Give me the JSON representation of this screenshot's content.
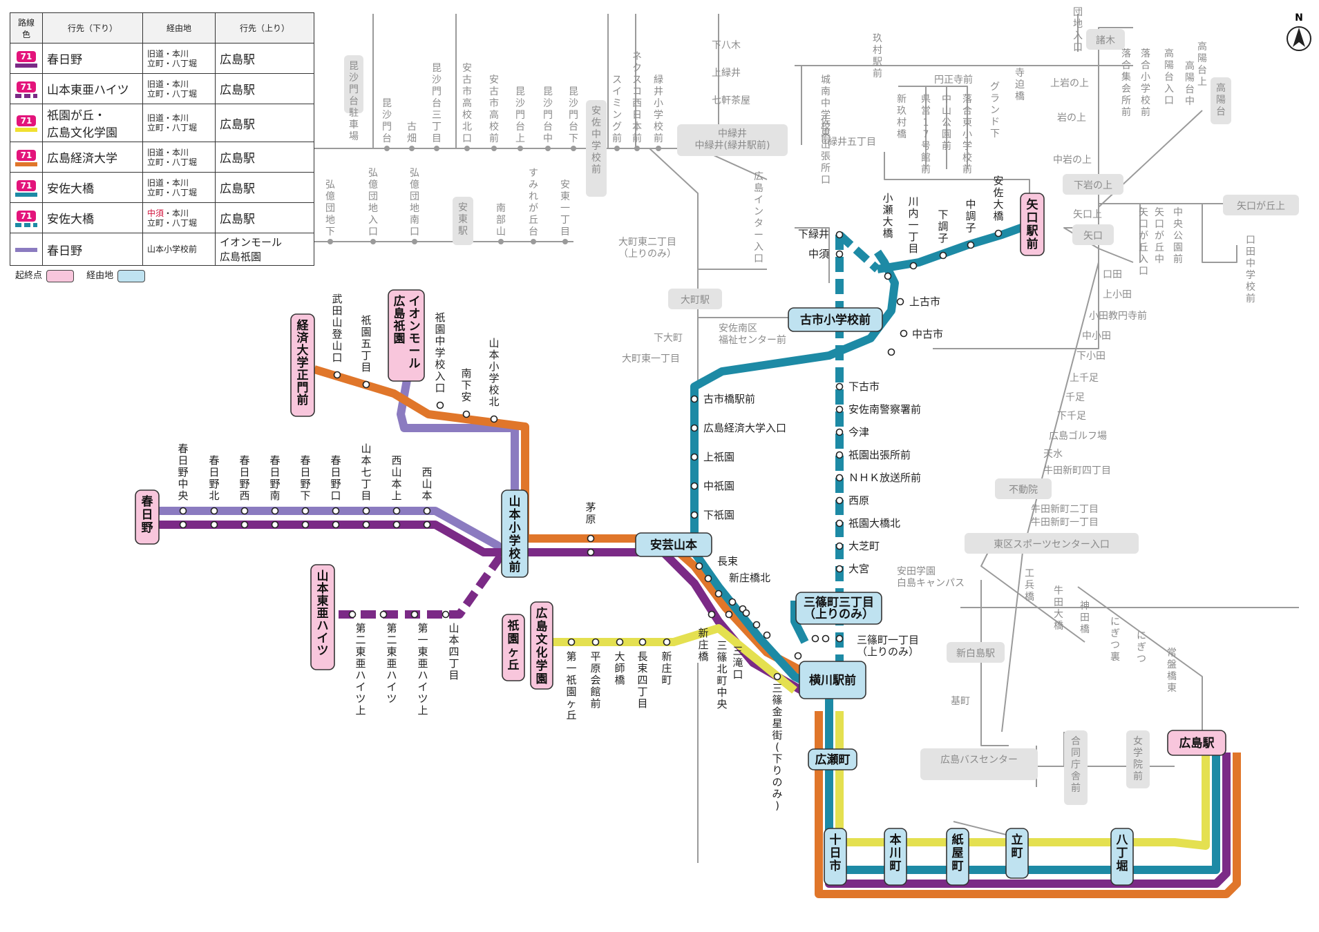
{
  "legend": {
    "headers": [
      "路線色",
      "行先（下り）",
      "経由地",
      "行先（上り）"
    ],
    "route_number": "71",
    "rows": [
      {
        "color": "#7b2a86",
        "dashed": false,
        "badge": true,
        "dst": "春日野",
        "via1": "旧道・本川",
        "via1_red": "",
        "via2": "立町・八丁堀",
        "up": "広島駅"
      },
      {
        "color": "#7b2a86",
        "dashed": true,
        "badge": true,
        "dst": "山本東亜ハイツ",
        "via1": "旧道・本川",
        "via1_red": "",
        "via2": "立町・八丁堀",
        "up": "広島駅"
      },
      {
        "color": "#f0e030",
        "dashed": false,
        "badge": true,
        "dst": "祇園が丘・\n広島文化学園",
        "via1": "旧道・本川",
        "via1_red": "",
        "via2": "立町・八丁堀",
        "up": "広島駅"
      },
      {
        "color": "#e0762a",
        "dashed": false,
        "badge": true,
        "dst": "広島経済大学",
        "via1": "旧道・本川",
        "via1_red": "",
        "via2": "立町・八丁堀",
        "up": "広島駅"
      },
      {
        "color": "#1d8aa5",
        "dashed": false,
        "badge": true,
        "dst": "安佐大橋",
        "via1": "旧道・本川",
        "via1_red": "",
        "via2": "立町・八丁堀",
        "up": "広島駅"
      },
      {
        "color": "#1d8aa5",
        "dashed": true,
        "badge": true,
        "dst": "安佐大橋",
        "via1": "・本川",
        "via1_red": "中須",
        "via2": "立町・八丁堀",
        "up": "広島駅"
      },
      {
        "color": "#8b7bc0",
        "dashed": false,
        "badge": false,
        "dst": "春日野",
        "via1": "山本小学校前",
        "via1_red": "",
        "via2": "",
        "up": "イオンモール\n広島祇園"
      }
    ]
  },
  "keys": {
    "terminal": "起終点",
    "via": "経由地",
    "terminal_color": "#f8c6dc",
    "via_color": "#bfe2f0"
  },
  "colors": {
    "purple": "#7b2a86",
    "lavender": "#8b7bc0",
    "orange": "#e0762a",
    "teal": "#1d8aa5",
    "yellow": "#e4e050",
    "context": "#9a9a9a"
  },
  "hubs": [
    {
      "id": "kasugano",
      "text": "春日野",
      "kind": "terminal",
      "vertical": true
    },
    {
      "id": "yamamoto-sho",
      "text": "山本小学校前",
      "kind": "via",
      "vertical": true
    },
    {
      "id": "aki-yamamoto",
      "text": "安芸山本",
      "kind": "via",
      "vertical": false
    },
    {
      "id": "furuichi-sho",
      "text": "古市小学校前",
      "kind": "via",
      "vertical": false
    },
    {
      "id": "yaguchi-eki",
      "text": "矢口駅前",
      "kind": "terminal",
      "vertical": true
    },
    {
      "id": "keizai",
      "text": "経済大学正門前",
      "kind": "terminal",
      "vertical": true
    },
    {
      "id": "aeon",
      "text": "イオンモール広島祇園",
      "kind": "terminal",
      "vertical": true
    },
    {
      "id": "yamamoto-toa",
      "text": "山本東亜ハイツ",
      "kind": "terminal",
      "vertical": true
    },
    {
      "id": "gion-ga-oka",
      "text": "祇園ヶ丘",
      "kind": "terminal",
      "vertical": true
    },
    {
      "id": "bunka",
      "text": "広島文化学園",
      "kind": "terminal",
      "vertical": true
    },
    {
      "id": "misasa3",
      "text": "三篠町三丁目\n（上りのみ）",
      "kind": "via",
      "vertical": false
    },
    {
      "id": "yokogawa",
      "text": "横川駅前",
      "kind": "via",
      "vertical": false
    },
    {
      "id": "hirose",
      "text": "広瀬町",
      "kind": "via",
      "vertical": false
    },
    {
      "id": "tokaichi",
      "text": "十日市",
      "kind": "via",
      "vertical": true
    },
    {
      "id": "honkawa",
      "text": "本川町",
      "kind": "via",
      "vertical": true
    },
    {
      "id": "kamiya",
      "text": "紙屋町",
      "kind": "via",
      "vertical": true
    },
    {
      "id": "tatemachi",
      "text": "立町",
      "kind": "via",
      "vertical": true
    },
    {
      "id": "hatchobori",
      "text": "八丁堀",
      "kind": "via",
      "vertical": true
    },
    {
      "id": "hiroshima-eki",
      "text": "広島駅",
      "kind": "terminal",
      "vertical": false
    }
  ],
  "stops": {
    "kasugano_line": [
      "春日野中央",
      "春日野北",
      "春日野西",
      "春日野南",
      "春日野下",
      "春日野口",
      "山本七丁目",
      "西山本上",
      "西山本"
    ],
    "toa_line": [
      "第二東亜ハイツ上",
      "第二東亜ハイツ",
      "第一東亜ハイツ上",
      "山本四丁目"
    ],
    "keizai_line": [
      "武田山登山口",
      "祇園五丁目",
      "祇園中学校入口",
      "南下安",
      "山本小学校北"
    ],
    "kayahara": "茅原",
    "gion_line": [
      "第一祇園ヶ丘",
      "平原会館前",
      "大師橋",
      "長束四丁目",
      "新庄町"
    ],
    "teal_main": [
      "古市橋駅前",
      "広島経済大学入口",
      "上祇園",
      "中祇園",
      "下祇園"
    ],
    "nakasu_line": [
      "下古市",
      "安佐南警察署前",
      "今津",
      "祇園出張所前",
      "ＮＨＫ放送所前",
      "西原",
      "祇園大橋北",
      "大芝町",
      "大宮"
    ],
    "loop_stops": [
      "下緑井",
      "中須",
      "小瀬大橋",
      "上古市",
      "中古市",
      "下古市"
    ],
    "yaguchi_line": [
      "川内一丁目",
      "下調子",
      "中調子",
      "安佐大橋"
    ],
    "bundle_stops": [
      "長束",
      "新庄橋北",
      "新庄橋",
      "三篠北町中央",
      "三滝口",
      "三篠金星街(下りのみ)"
    ],
    "misasa1": "三篠町一丁目\n（上りのみ）"
  },
  "context_boxes": [
    "昆沙門台駐車場",
    "安東駅",
    "安佐中学校前",
    "中緑井\n中緑井(緑井駅前)",
    "大町駅",
    "下岩の上",
    "矢口",
    "矢口が丘上",
    "不動院",
    "東区スポーツセンター入口",
    "新白島駅",
    "広島バスセンター",
    "合同庁舎前",
    "女学院前",
    "諸木",
    "高陽台"
  ],
  "context_labels": {
    "top_row": [
      "昆沙門台",
      "古畑",
      "昆沙門台三丁目",
      "安古市高校北口",
      "安古市高校前",
      "昆沙門台上",
      "昆沙門台中",
      "昆沙門台下",
      "スイミング前",
      "ネクスコ西日本前",
      "緑井小学校前"
    ],
    "low_row": [
      "弘億団地下",
      "弘億団地入口",
      "弘億団地南口",
      "南部山",
      "すみれが丘台",
      "安東一丁目"
    ],
    "north": [
      "下八木",
      "上緑井",
      "七軒茶屋",
      "玖村駅前",
      "円正寺前",
      "城南中学校前",
      "佐東出張所口",
      "新玖村橋",
      "県営17号館前",
      "中山公園前",
      "落合東小学校前",
      "グランド下",
      "緑井五丁目",
      "寺迫橋",
      "団地入口",
      "上岩の上",
      "岩の上",
      "中岩の上",
      "落合集会所前",
      "落合小学校前",
      "高陽台入口",
      "高陽台中",
      "高陽台上",
      "矢口上"
    ],
    "middle": [
      "広島インター入口",
      "大町東二丁目\n（上りのみ）",
      "下大町",
      "大町東一丁目",
      "安佐南区\n福祉センター前"
    ],
    "east": [
      "矢口が丘入口",
      "矢口が丘中",
      "中央公園前",
      "口田中学校前",
      "口田",
      "上小田",
      "小田教円寺前",
      "中小田",
      "下小田",
      "上千足",
      "千足",
      "下千足",
      "広島ゴルフ場",
      "天水",
      "牛田新町四丁目",
      "牛田新町二丁目",
      "牛田新町一丁目",
      "安田学園\n白島キャンパス",
      "工兵橋",
      "牛田大橋",
      "神田橋",
      "にぎつ裏",
      "にぎつ",
      "常盤橋東",
      "基町"
    ]
  },
  "north": "N"
}
